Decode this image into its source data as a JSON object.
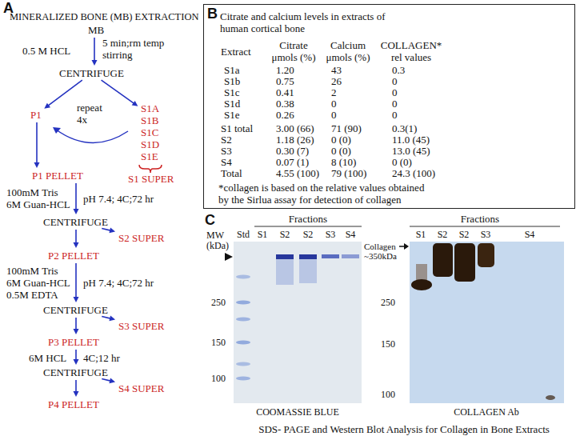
{
  "diagram": {
    "nodes": [
      {
        "text": [
          "MB"
        ]
      },
      {
        "text": [
          "CENTRIFUGE"
        ]
      },
      {
        "text": [
          "P1"
        ]
      },
      {
        "text": [
          "S1A S1B S1C S1D S1E"
        ]
      },
      {
        "text": [
          "P1 PELLET"
        ]
      },
      {
        "text": [
          "S1 SUPER"
        ]
      },
      {
        "text": [
          "CENTRIFUGE"
        ]
      },
      {
        "text": [
          "S2 SUPER"
        ]
      },
      {
        "text": [
          "P2 PELLET"
        ]
      },
      {
        "text": [
          "CENTRIFUGE"
        ]
      },
      {
        "text": [
          "S3 SUPER"
        ]
      },
      {
        "text": [
          "P3 PELLET"
        ]
      },
      {
        "text": [
          "CENTRIFUGE"
        ]
      },
      {
        "text": [
          "S4 SUPER"
        ]
      },
      {
        "text": [
          "P4 PELLET"
        ]
      },
      {
        "text": [
          "Citrate and calcium levels in extracts of human cortical bone",
          "*collagen is based on the relative values obtained by the Sirlua assay for detection of collagen"
        ]
      }
    ],
    "edges": [
      {
        "from": 0,
        "to": 1,
        "arrow": "to"
      },
      {
        "from": 1,
        "to": 2,
        "arrow": "to"
      },
      {
        "from": 1,
        "to": 3,
        "arrow": "to"
      },
      {
        "from": 2,
        "to": 4,
        "arrow": "to"
      },
      {
        "from": 4,
        "to": 6,
        "arrow": "to"
      },
      {
        "from": 6,
        "to": 7,
        "arrow": "to"
      },
      {
        "from": 6,
        "to": 8,
        "arrow": "to"
      },
      {
        "from": 8,
        "to": 9,
        "arrow": "to"
      },
      {
        "from": 9,
        "to": 10,
        "arrow": "to"
      },
      {
        "from": 9,
        "to": 11,
        "arrow": "to"
      },
      {
        "from": 11,
        "to": 12,
        "arrow": "to"
      },
      {
        "from": 12,
        "to": 13,
        "arrow": "to"
      },
      {
        "from": 12,
        "to": 14,
        "arrow": "to"
      }
    ],
    "labels": [
      "A",
      "MINERALIZED BONE (MB) EXTRACTION",
      "0.5 M HCL",
      "5 min;rm temp stirring",
      "repeat 4x",
      "100mM Tris 6M Guan-HCL",
      "pH 7.4; 4C;72 hr",
      "100mM Tris 6M Guan-HCL 0.5M EDTA",
      "pH 7.4; 4C;72 hr",
      "6M HCL",
      "4C;12 hr",
      "B",
      "Extract",
      "Citrate μmols (%)",
      "Calcium μmols (%)",
      "COLLAGEN* rel values",
      "S1a",
      "1.20",
      "43",
      "0.3",
      "S1b",
      "0.75",
      "26",
      "0",
      "S1c",
      "0.41",
      "2",
      "0",
      "S1d",
      "0.38",
      "0",
      "0",
      "S1e",
      "0.26",
      "0",
      "0",
      "S1 total",
      "3.00 (66)",
      "71 (90)",
      "0.3(1)",
      "S2",
      "1.18 (26)",
      "0 (0)",
      "11.0 (45)",
      "S3",
      "0.30 (7)",
      "0 (0)",
      "13.0 (45)",
      "S4",
      "0.07 (1)",
      "8 (10)",
      "0 (0)",
      "Total",
      "4.55 (100)",
      "79 (100)",
      "24.3 (100)",
      "C",
      "MW (kDa)",
      "Std",
      "Fractions",
      "S1",
      "S2",
      "S2",
      "S3",
      "S4",
      "250",
      "150",
      "100",
      "Collagen ~350kDa",
      "Fractions",
      "S1",
      "S2",
      "S2",
      "S3",
      "S4",
      "250",
      "150",
      "100",
      "COOMASSIE BLUE",
      "COLLAGEN Ab",
      "SDS- PAGE and Western Blot Analysis for Collagen in Bone Extracts"
    ]
  }
}
